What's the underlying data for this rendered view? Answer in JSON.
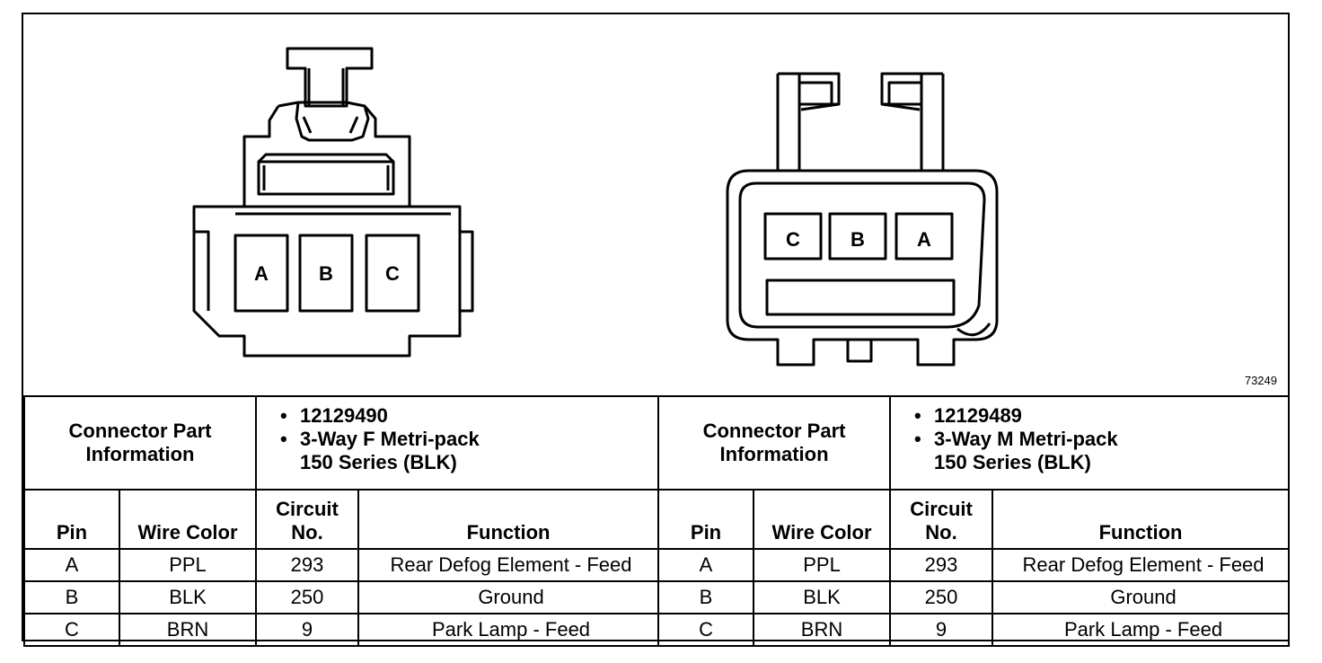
{
  "figure_id": "73249",
  "connectors": [
    {
      "pin_order": [
        "A",
        "B",
        "C"
      ],
      "info_label": "Connector Part Information",
      "part_number": "12129490",
      "description_line1": "3-Way F Metri-pack",
      "description_line2": "150 Series (BLK)"
    },
    {
      "pin_order": [
        "C",
        "B",
        "A"
      ],
      "info_label": "Connector Part Information",
      "part_number": "12129489",
      "description_line1": "3-Way M Metri-pack",
      "description_line2": "150 Series (BLK)"
    }
  ],
  "table": {
    "headers": {
      "pin": "Pin",
      "wire_color_left": "Wire Color",
      "wire_color_right": "Wire Color",
      "circuit_no": "Circuit No.",
      "function": "Function"
    },
    "rows": [
      {
        "pin": "A",
        "wire_color": "PPL",
        "circuit": "293",
        "function": "Rear Defog Element - Feed"
      },
      {
        "pin": "B",
        "wire_color": "BLK",
        "circuit": "250",
        "function": "Ground"
      },
      {
        "pin": "C",
        "wire_color": "BRN",
        "circuit": "9",
        "function": "Park Lamp - Feed"
      }
    ]
  }
}
